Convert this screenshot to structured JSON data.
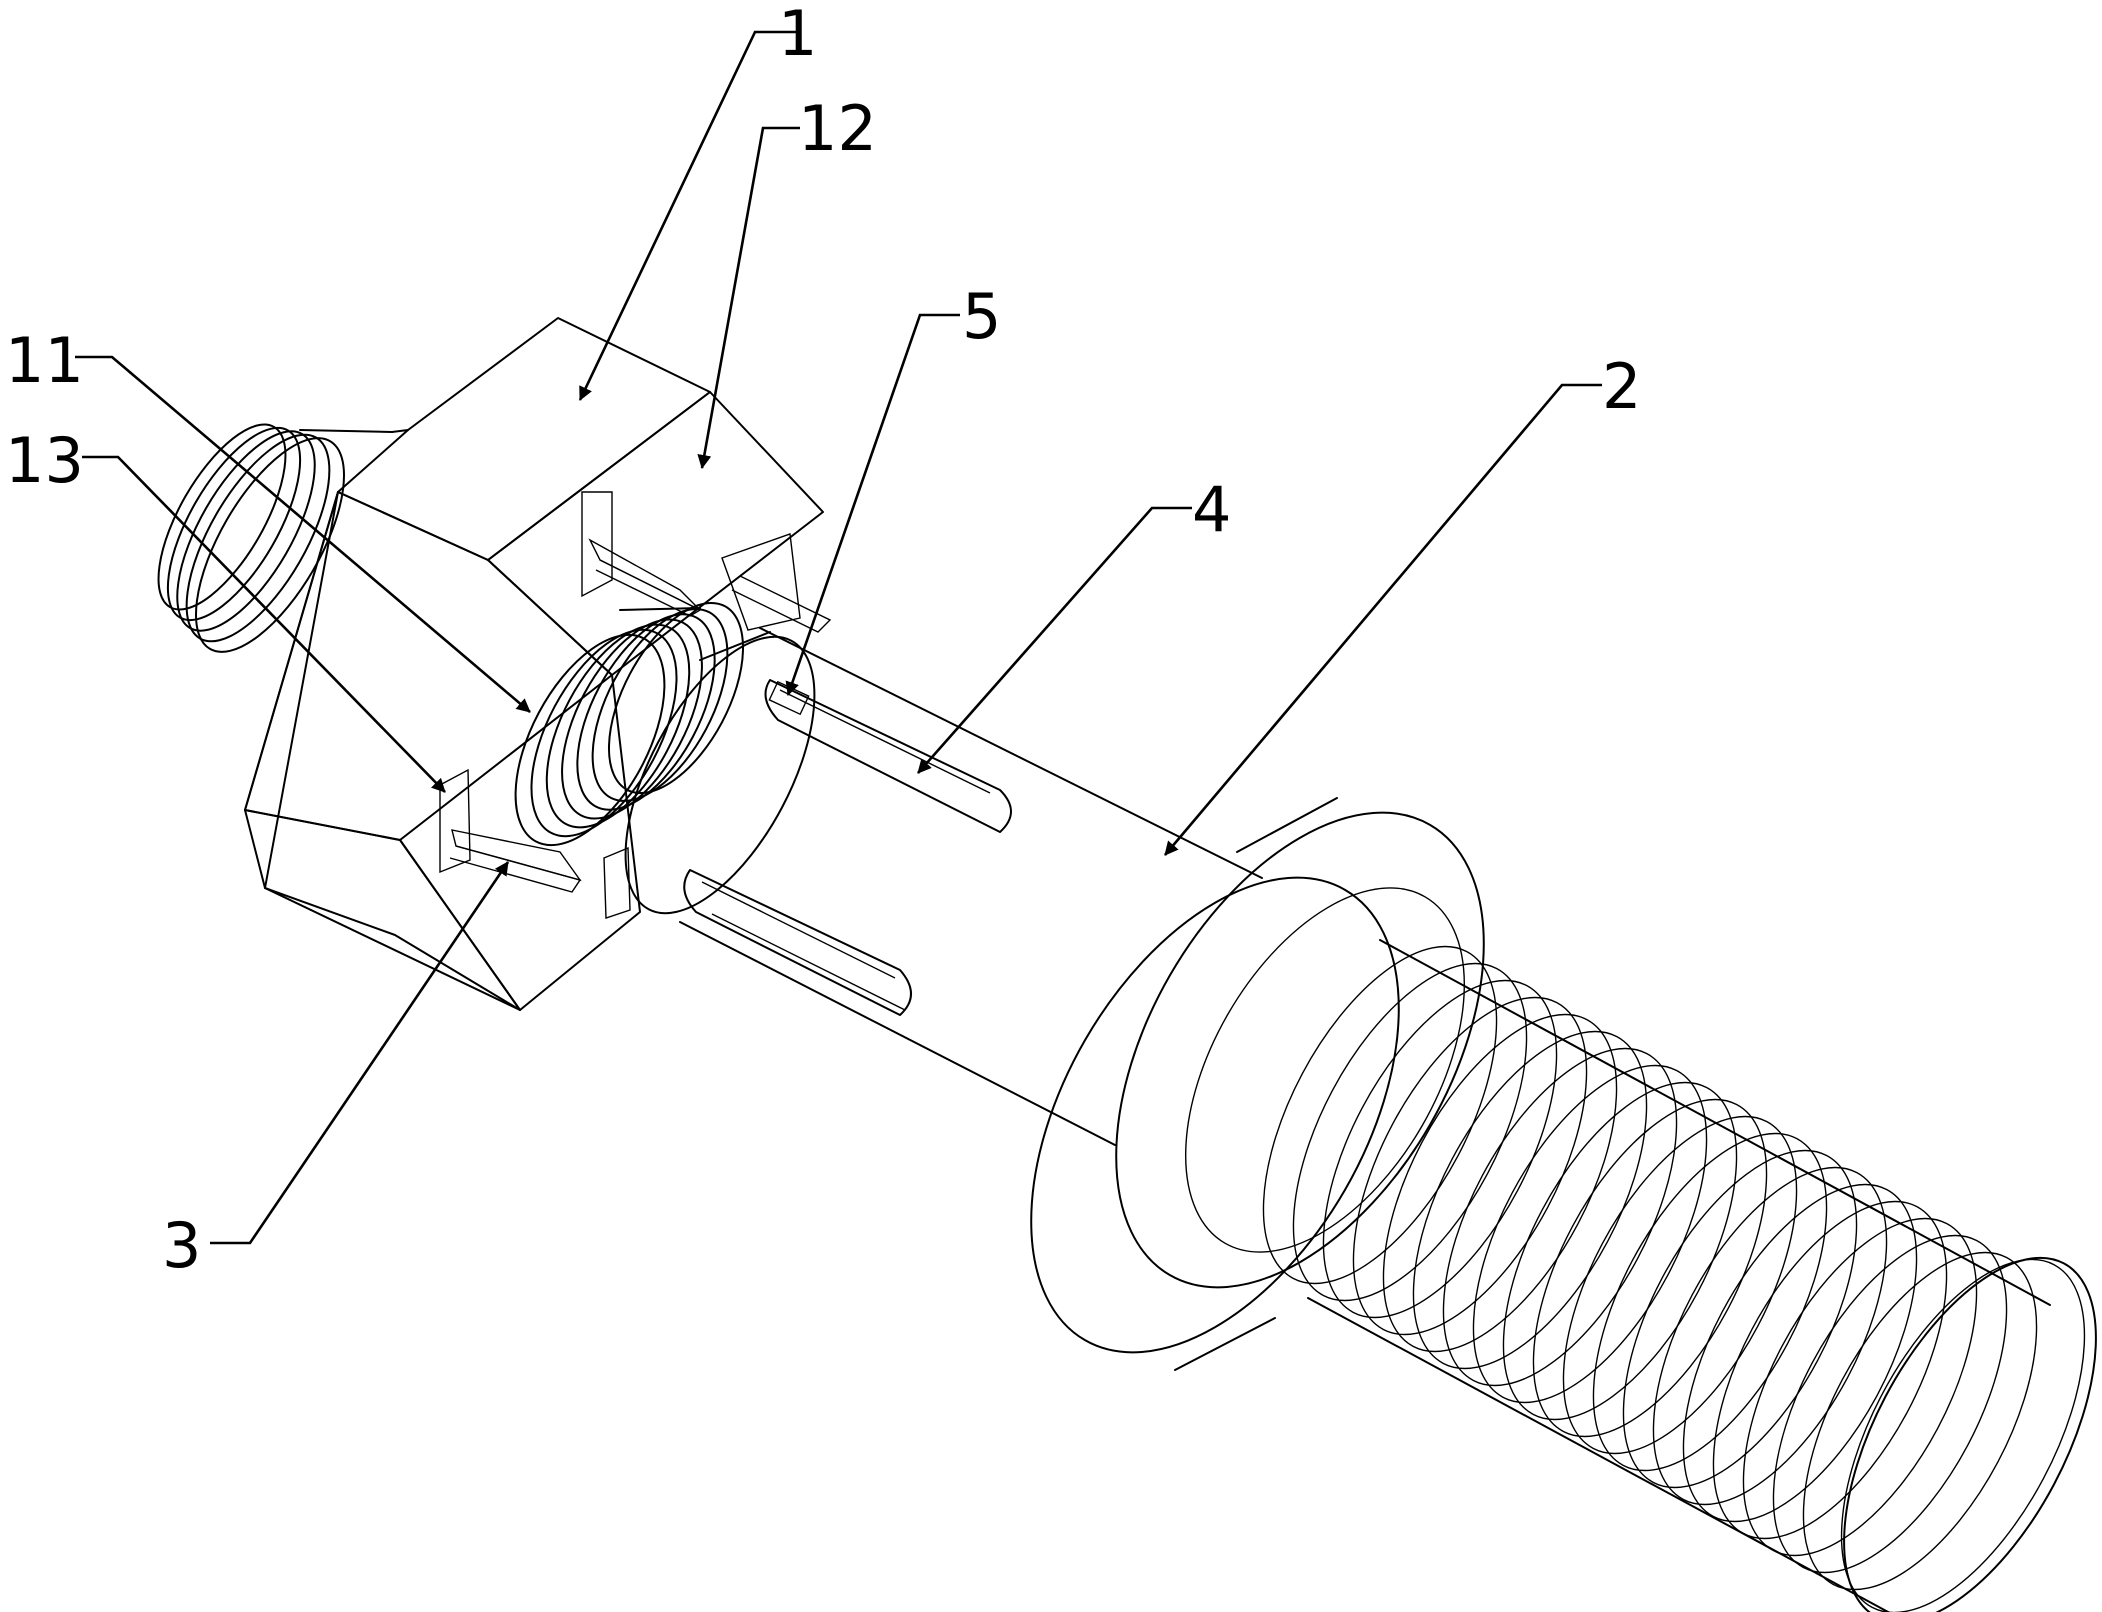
{
  "callouts": {
    "label_1": "1",
    "label_12": "12",
    "label_5": "5",
    "label_11": "11",
    "label_2": "2",
    "label_13": "13",
    "label_4": "4",
    "label_3": "3"
  },
  "colors": {
    "ink": "#000000",
    "paper": "#ffffff"
  }
}
